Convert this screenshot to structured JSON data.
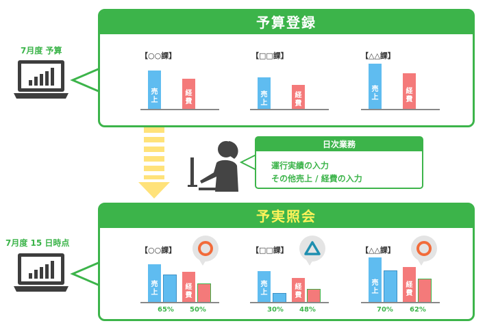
{
  "colors": {
    "green": "#3cb44a",
    "blue": "#5fbcf0",
    "red": "#f47a7a",
    "yellow": "#ffe27a",
    "yellow_title": "#fff35a",
    "laptop": "#3d3d3d",
    "person": "#444444"
  },
  "budget": {
    "side_label": "7月度 予算",
    "title": "予算登録",
    "depts": [
      {
        "name": "【○○課】",
        "sales": "売上",
        "expense": "経費"
      },
      {
        "name": "【□□課】",
        "sales": "売上",
        "expense": "経費"
      },
      {
        "name": "【△△課】",
        "sales": "売上",
        "expense": "経費"
      }
    ]
  },
  "daily": {
    "title": "日次業務",
    "lines": [
      "運行実績の入力",
      "その他売上 / 経費の入力"
    ]
  },
  "actual": {
    "side_label": "7月度 15 日時点",
    "title": "予実照会",
    "depts": [
      {
        "name": "【○○課】",
        "sales": "売上",
        "expense": "経費",
        "sales_pct": "65%",
        "expense_pct": "50%",
        "eval_icon": "circle-icon"
      },
      {
        "name": "【□□課】",
        "sales": "売上",
        "expense": "経費",
        "sales_pct": "30%",
        "expense_pct": "48%",
        "eval_icon": "triangle-icon"
      },
      {
        "name": "【△△課】",
        "sales": "売上",
        "expense": "経費",
        "sales_pct": "70%",
        "expense_pct": "62%",
        "eval_icon": "circle-icon"
      }
    ]
  }
}
